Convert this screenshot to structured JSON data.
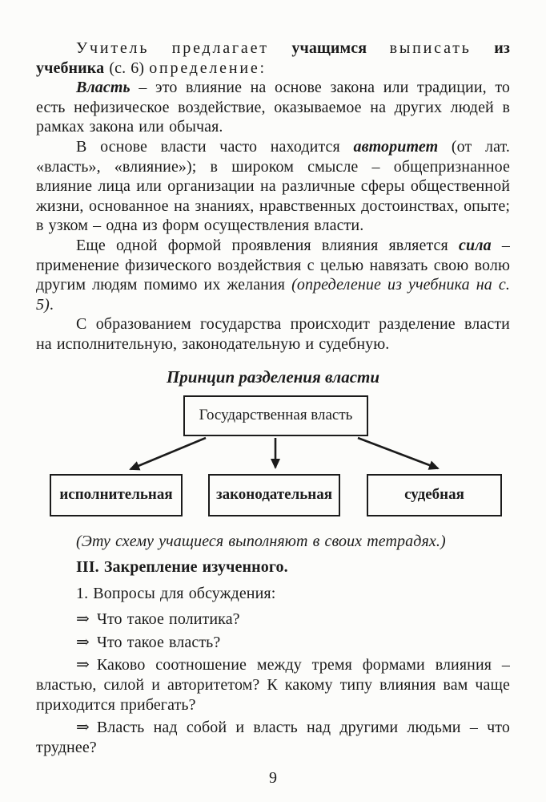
{
  "colors": {
    "ink": "#1b1b1b",
    "paper": "#fcfcfa"
  },
  "content": {
    "intro": {
      "s1": "Учитель предлагает ",
      "s2": "учащимся",
      "s3": " выписать ",
      "s4": "из учебника",
      "s5": " (с. 6) ",
      "s6": "определение:"
    },
    "power": {
      "lead": "Власть",
      "rest": " – это влияние на основе закона или традиции, то есть нефизическое воздействие, оказываемое на других людей в рамках закона или обычая."
    },
    "authority": {
      "s1": "В основе власти часто находится ",
      "lead": "авторитет",
      "rest": " (от лат. «власть», «влияние»); в широком смысле – общепризнанное влияние лица или организации на различные сферы общественной жизни, основанное на знаниях, нравственных достоинствах, опыте; в узком – одна из форм осуществления власти."
    },
    "force": {
      "s1": "Еще одной формой проявления влияния является ",
      "lead": "сила",
      "s2": " – применение физического воздействия с целью навязать свою волю другим людям помимо их желания ",
      "cite": "(определение из учебника на с. 5)",
      "s3": "."
    },
    "state": "С образованием государства происходит разделение власти на исполнительную, законодательную и судебную.",
    "diagram": {
      "title": "Принцип разделения власти",
      "root": "Государственная власть",
      "branches": [
        "исполнительная",
        "законодательная",
        "судебная"
      ]
    },
    "note": "(Эту схему учащиеся выполняют в своих тетрадях.)",
    "section_heading": "III. Закрепление изученного.",
    "list_heading": "1. Вопросы для обсуждения:",
    "q_marker": "⇒",
    "questions": [
      {
        "text": "Что такое политика?"
      },
      {
        "text": "Что такое власть?"
      },
      {
        "text": "Каково соотношение между тремя формами влияния – властью, силой и авторитетом? К какому типу влияния вам чаще приходится прибегать?"
      },
      {
        "text": "Власть над собой и власть над другими людьми – что труднее?"
      }
    ],
    "page_number": "9"
  }
}
